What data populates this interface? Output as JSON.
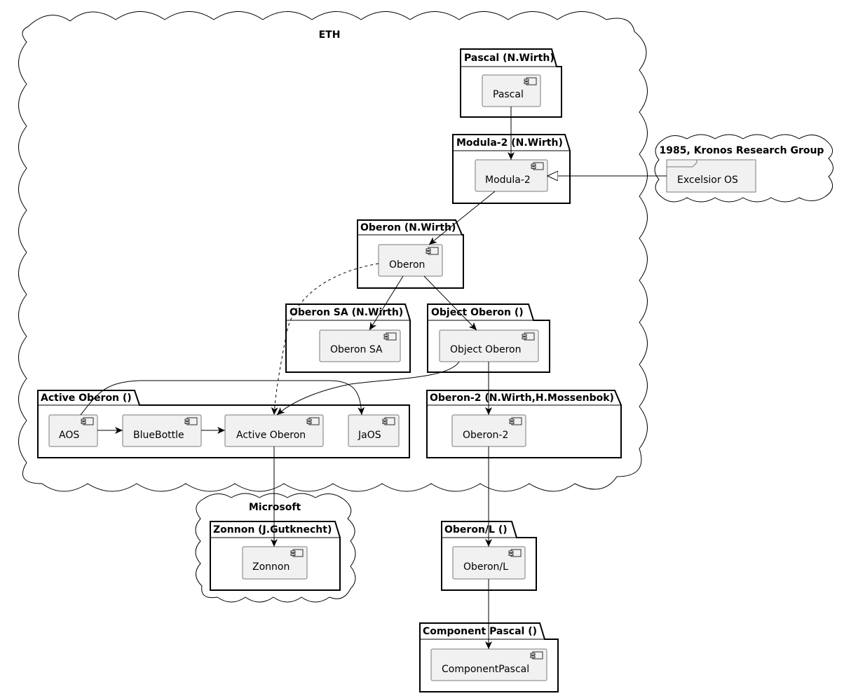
{
  "clouds": {
    "eth": "ETH",
    "kronos": "1985, Kronos Research Group",
    "microsoft": "Microsoft"
  },
  "packages": {
    "pascal": "Pascal (N.Wirth)",
    "modula2": "Modula-2 (N.Wirth)",
    "oberon": "Oberon (N.Wirth)",
    "oberon_sa": "Oberon SA (N.Wirth)",
    "object_oberon": "Object Oberon ()",
    "active_oberon": "Active Oberon ()",
    "oberon2": "Oberon-2 (N.Wirth,H.Mossenbok)",
    "zonnon": "Zonnon (J.Gutknecht)",
    "oberon_l": "Oberon/L ()",
    "component_pascal": "Component Pascal ()"
  },
  "components": {
    "pascal": "Pascal",
    "modula2": "Modula-2",
    "oberon": "Oberon",
    "oberon_sa": "Oberon SA",
    "object_oberon": "Object Oberon",
    "aos": "AOS",
    "bluebottle": "BlueBottle",
    "active_oberon": "Active Oberon",
    "jaos": "JaOS",
    "oberon2": "Oberon-2",
    "zonnon": "Zonnon",
    "oberon_l": "Oberon/L",
    "component_pascal": "ComponentPascal"
  },
  "frames": {
    "excelsior": "Excelsior OS"
  }
}
